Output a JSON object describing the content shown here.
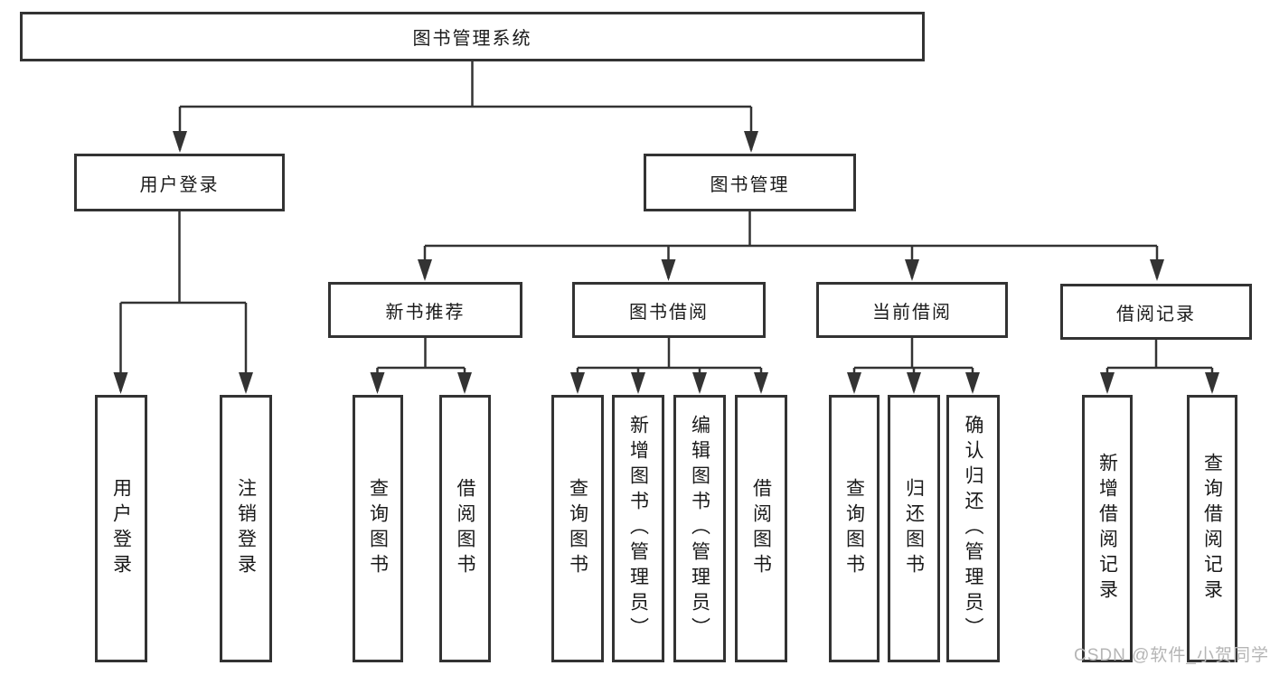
{
  "diagram": {
    "title_node": {
      "label": "图书管理系统"
    },
    "level2": [
      {
        "label": "用户登录"
      },
      {
        "label": "图书管理"
      }
    ],
    "level3": [
      {
        "label": "新书推荐"
      },
      {
        "label": "图书借阅"
      },
      {
        "label": "当前借阅"
      },
      {
        "label": "借阅记录"
      }
    ],
    "leaves": {
      "user_login": [
        {
          "label": "用户登录"
        },
        {
          "label": "注销登录"
        }
      ],
      "new_book": [
        {
          "label": "查询图书"
        },
        {
          "label": "借阅图书"
        }
      ],
      "book_borrow": [
        {
          "label": "查询图书"
        },
        {
          "label": "新增图书（管理员）"
        },
        {
          "label": "编辑图书（管理员）"
        },
        {
          "label": "借阅图书"
        }
      ],
      "current_borrow": [
        {
          "label": "查询图书"
        },
        {
          "label": "归还图书"
        },
        {
          "label": "确认归还（管理员）"
        }
      ],
      "borrow_record": [
        {
          "label": "新增借阅记录"
        },
        {
          "label": "查询借阅记录"
        }
      ]
    },
    "watermark": "CSDN @软件_小贺同学",
    "colors": {
      "line": "#333333",
      "text": "#1a1a1a",
      "watermark": "#b5b5b5",
      "background": "#ffffff"
    }
  }
}
